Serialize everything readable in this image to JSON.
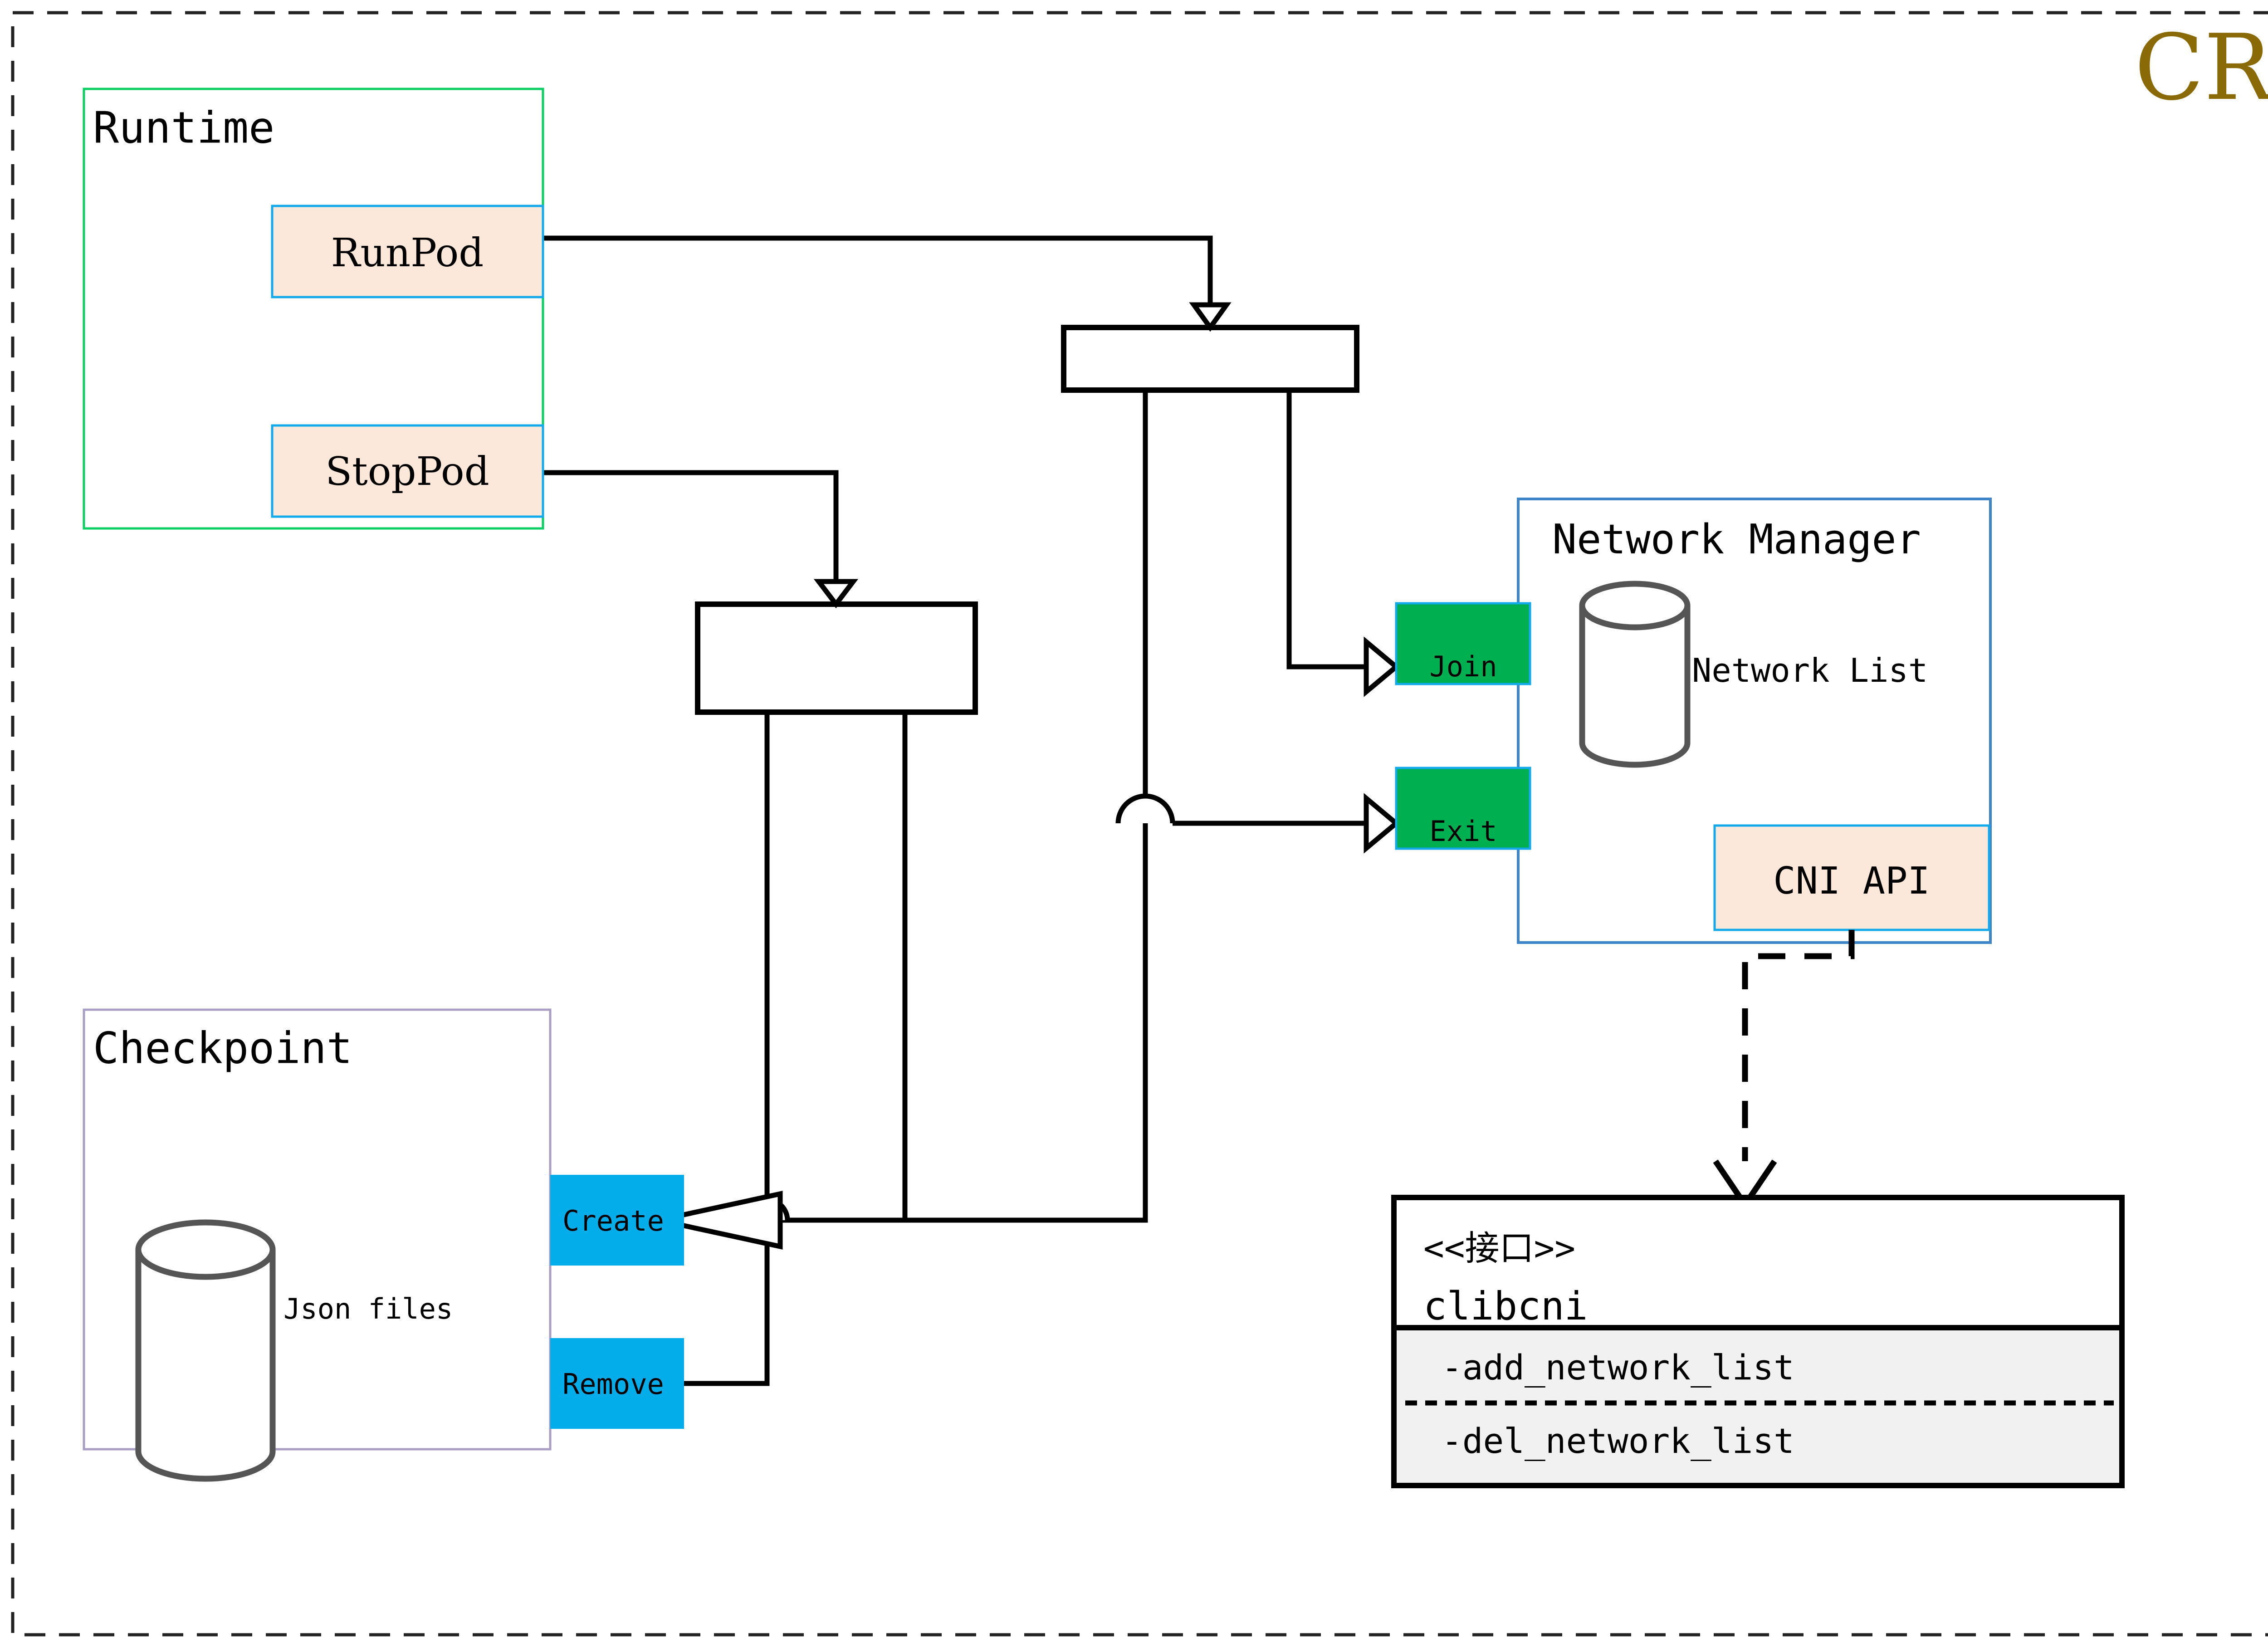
{
  "diagram": {
    "title": "CRI",
    "title_color": "#8a6a06",
    "outer_frame": "dashed-border",
    "palette": {
      "runtime_border": "#0bcf62",
      "checkpoint_border": "#a99fc4",
      "network_manager_border": "#3d85c8",
      "method_box_border": "#12aaeb",
      "method_box_fill": "#fce8da",
      "green_fill": "#00b050",
      "cyan_fill": "#03ade9",
      "interface_border": "#000000",
      "interface_method_fill": "#f1f1f1",
      "cylinder_stroke": "#555555",
      "line": "#000000"
    }
  },
  "groups": {
    "runtime": {
      "label": "Runtime",
      "methods": [
        {
          "label": "RunPod"
        },
        {
          "label": "StopPod"
        }
      ]
    },
    "checkpoint": {
      "label": "Checkpoint",
      "store_label": "Json files",
      "store_icon": "database-cylinder-icon",
      "operations": [
        {
          "label": "Create"
        },
        {
          "label": "Remove"
        }
      ]
    },
    "network_manager": {
      "label": "Network Manager",
      "store_label": "Network List",
      "store_icon": "database-cylinder-icon",
      "ports": [
        {
          "label": "Join"
        },
        {
          "label": "Exit"
        }
      ],
      "api_box": {
        "label": "CNI API"
      }
    },
    "interface": {
      "stereotype": "<<接口>>",
      "name": "clibcni",
      "methods": [
        {
          "label": "-add_network_list"
        },
        {
          "label": "-del_network_list"
        }
      ]
    }
  },
  "connectors": {
    "fork_bar_top": {
      "name": "fork-bar-runpod"
    },
    "fork_bar_bottom": {
      "name": "fork-bar-stoppod"
    },
    "realization": {
      "style": "dashed",
      "arrow": "open-v"
    },
    "flow_arrow": {
      "style": "solid",
      "arrow": "hollow-triangle"
    }
  }
}
